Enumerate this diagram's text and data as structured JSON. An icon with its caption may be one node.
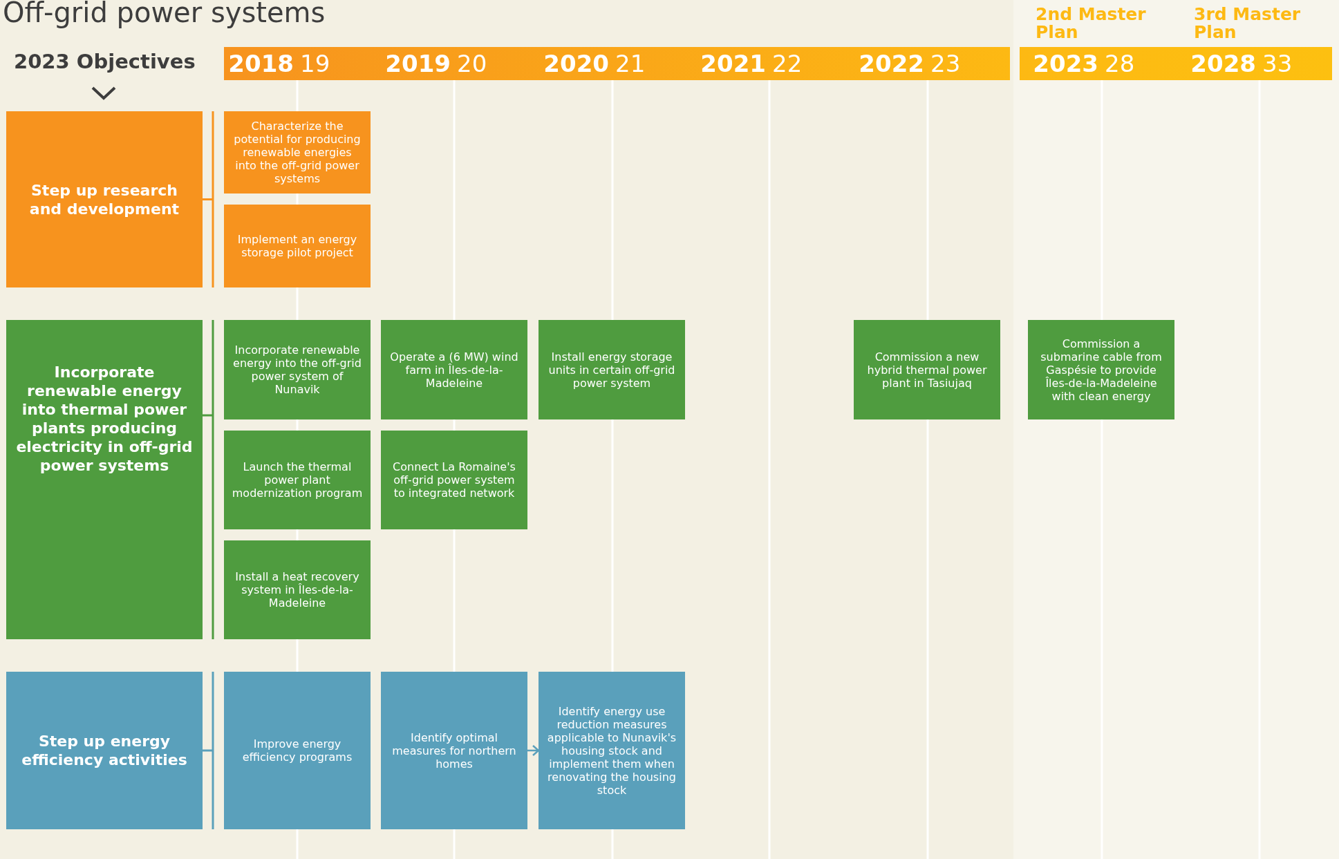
{
  "diagram": {
    "title": "Off-grid power systems",
    "nodes": [
      {
        "text": [
          "Step up research and development"
        ]
      },
      {
        "text": [
          "Characterize the potential for producing renewable energies into the off-grid power systems"
        ]
      },
      {
        "text": [
          "Implement an energy storage pilot project"
        ]
      },
      {
        "text": [
          "Incorporate renewable energy into thermal power plants producing electricity in off-grid power systems"
        ]
      },
      {
        "text": [
          "Incorporate renewable energy into the off-grid power system of Nunavik"
        ]
      },
      {
        "text": [
          "Operate a (6 MW) wind farm in Îles-de-la-Madeleine"
        ]
      },
      {
        "text": [
          "Install energy storage units in certain off-grid power system"
        ]
      },
      {
        "text": [
          "Commission a new hybrid thermal power plant in Tasiujaq"
        ]
      },
      {
        "text": [
          "Commission a submarine cable from Gaspésie to provide Îles-de-la-Madeleine with clean energy"
        ]
      },
      {
        "text": [
          "Launch the thermal power plant modernization program"
        ]
      },
      {
        "text": [
          "Connect La Romaine's off-grid power system to integrated network"
        ]
      },
      {
        "text": [
          "Install a heat recovery system in Îles-de-la-Madeleine"
        ]
      },
      {
        "text": [
          "Step up energy efficiency activities"
        ]
      },
      {
        "text": [
          "Improve energy efficiency programs"
        ]
      },
      {
        "text": [
          "Identify optimal measures for northern homes"
        ]
      },
      {
        "text": [
          "Identify energy use reduction measures applicable to Nunavik's housing stock and implement them when renovating the housing stock"
        ]
      }
    ],
    "edges": [
      {
        "from": 14,
        "to": 15,
        "arrow": "to"
      }
    ],
    "labels": [
      "2nd Master Plan",
      "3rd Master Plan",
      "2023 Objectives",
      "2018",
      "19",
      "2019",
      "20",
      "2020",
      "21",
      "2021",
      "22",
      "2022",
      "23",
      "2023",
      "28",
      "2028",
      "33"
    ]
  }
}
